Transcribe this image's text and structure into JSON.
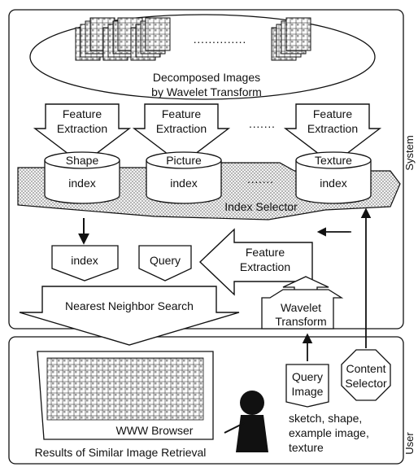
{
  "labels": {
    "decomposed_line1": "Decomposed Images",
    "decomposed_line2": "by Wavelet Transform",
    "feature_line1": "Feature",
    "feature_line2": "Extraction",
    "dots_top": "··············",
    "dots_mid": "·······",
    "dots_index": "·······",
    "shape_line1": "Shape",
    "shape_line2": "index",
    "picture_line1": "Picture",
    "picture_line2": "index",
    "texture_line1": "Texture",
    "texture_line2": "index",
    "index_selector": "Index Selector",
    "index": "index",
    "query": "Query",
    "nearest": "Nearest Neighbor Search",
    "fe_mid_line1": "Feature",
    "fe_mid_line2": "Extraction",
    "wavelet_line1": "Wavelet",
    "wavelet_line2": "Transform",
    "query_image_line1": "Query",
    "query_image_line2": "Image",
    "content_line1": "Content",
    "content_line2": "Selector",
    "www_browser": "WWW Browser",
    "results": "Results of Similar Image Retrieval",
    "desc_line1": "sketch, shape,",
    "desc_line2": "example image,",
    "desc_line3": "texture",
    "system": "System",
    "user": "User"
  },
  "colors": {
    "line": "#111111",
    "dotted_fill": "#d9d9d9",
    "background": "#ffffff"
  }
}
